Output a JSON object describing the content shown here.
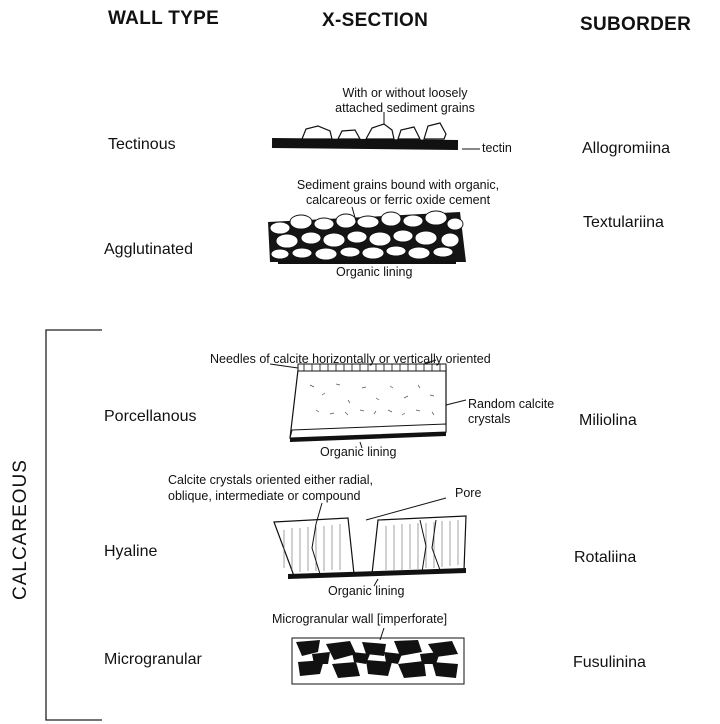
{
  "headers": {
    "wall_type": "WALL TYPE",
    "x_section": "X-SECTION",
    "suborder": "SUBORDER"
  },
  "rows": [
    {
      "wall_type": "Tectinous",
      "suborder": "Allogromiina",
      "annotations": [
        "With or without loosely",
        "attached sediment grains"
      ],
      "label": "tectin"
    },
    {
      "wall_type": "Agglutinated",
      "suborder": "Textulariina",
      "annotations": [
        "Sediment grains bound with organic,",
        "calcareous or ferric oxide cement"
      ],
      "label": "Organic lining"
    },
    {
      "wall_type": "Porcellanous",
      "suborder": "Miliolina",
      "annotations": [
        "Needles of calcite horizontally or vertically oriented"
      ],
      "side_label": [
        "Random calcite",
        "crystals"
      ],
      "label": "Organic lining"
    },
    {
      "wall_type": "Hyaline",
      "suborder": "Rotaliina",
      "annotations": [
        "Calcite crystals oriented either radial,",
        "oblique, intermediate or compound"
      ],
      "pore_label": "Pore",
      "label": "Organic lining"
    },
    {
      "wall_type": "Microgranular",
      "suborder": "Fusulinina",
      "annotations": [
        "Microgranular wall [imperforate]"
      ]
    }
  ],
  "group_label": "CALCAREOUS"
}
